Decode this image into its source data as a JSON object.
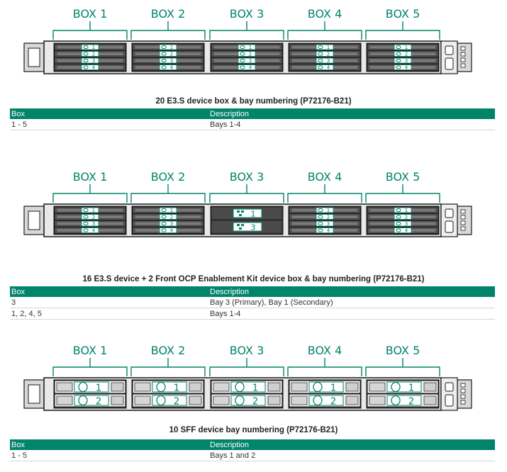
{
  "sections": [
    {
      "box_labels": [
        "BOX 1",
        "BOX 2",
        "BOX 3",
        "BOX 4",
        "BOX 5"
      ],
      "bay_numbers": [
        "1",
        "2",
        "3",
        "4"
      ],
      "ocp_bay_numbers": [
        "1",
        "3"
      ],
      "caption": "20 E3.S device box & bay numbering (P72176-B21)",
      "table": {
        "headers": [
          "Box",
          "Description"
        ],
        "rows": [
          [
            "1 - 5",
            "Bays 1-4"
          ]
        ]
      }
    },
    {
      "box_labels": [
        "BOX 1",
        "BOX 2",
        "BOX 3",
        "BOX 4",
        "BOX 5"
      ],
      "bay_numbers": [
        "1",
        "2",
        "3",
        "4"
      ],
      "ocp_bay_numbers": [
        "1",
        "3"
      ],
      "caption": "16 E3.S device + 2 Front OCP Enablement Kit device box & bay numbering (P72176-B21)",
      "table": {
        "headers": [
          "Box",
          "Description"
        ],
        "rows": [
          [
            "3",
            "Bay 3 (Primary), Bay 1 (Secondary)"
          ],
          [
            "1, 2, 4, 5",
            "Bays 1-4"
          ]
        ]
      }
    },
    {
      "box_labels": [
        "BOX 1",
        "BOX 2",
        "BOX 3",
        "BOX 4",
        "BOX 5"
      ],
      "bay_numbers": [
        "1",
        "2"
      ],
      "caption": "10 SFF device bay numbering (P72176-B21)",
      "table": {
        "headers": [
          "Box",
          "Description"
        ],
        "rows": [
          [
            "1 - 5",
            "Bays 1 and 2"
          ]
        ]
      }
    }
  ],
  "colors": {
    "accent": "#01846a",
    "chassis_fill": "#e9e9e9",
    "bay_fill": "#5a5a5a",
    "outline": "#1a1a1a"
  }
}
